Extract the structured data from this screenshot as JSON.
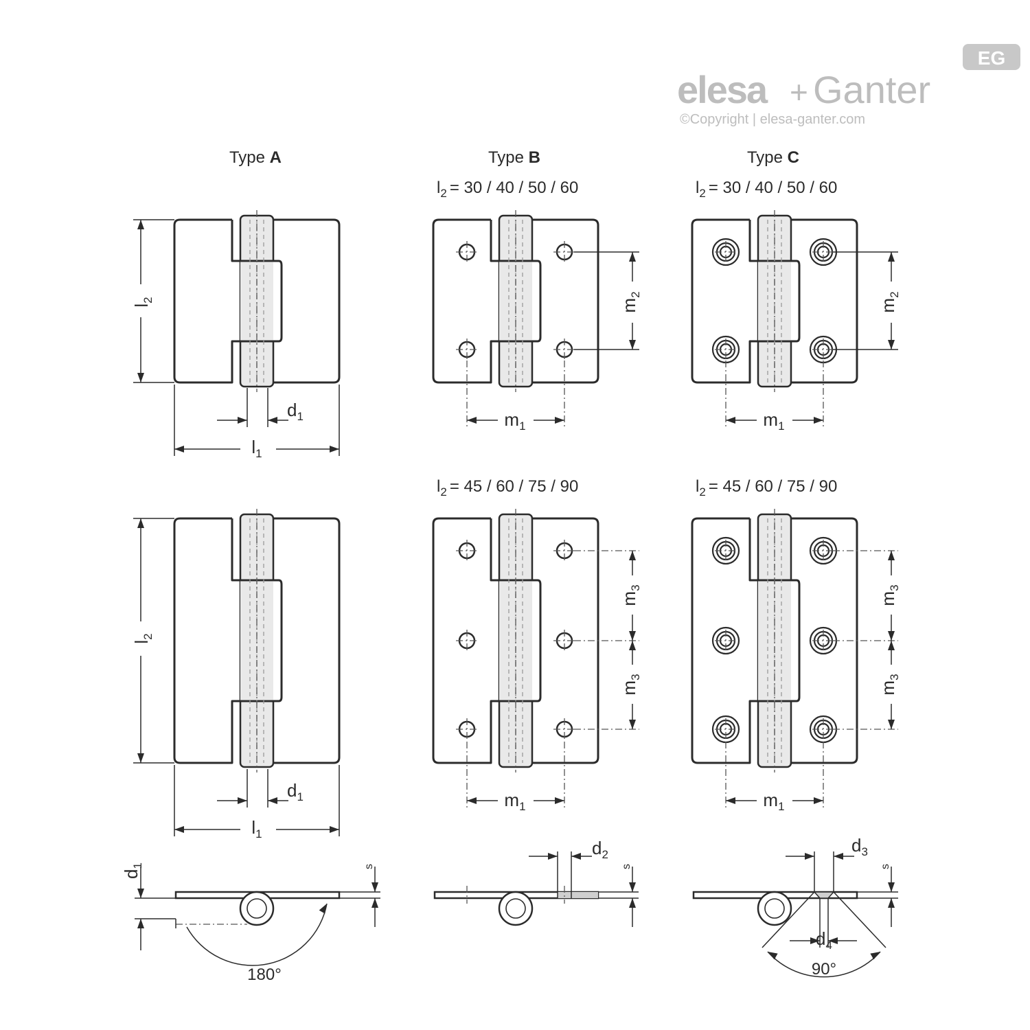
{
  "logo": {
    "brand_left": "elesa",
    "plus": "+",
    "brand_right": "Ganter",
    "copyright": "©Copyright | elesa-ganter.com",
    "badge": "EG"
  },
  "types": {
    "a": {
      "prefix": "Type ",
      "letter": "A"
    },
    "b": {
      "prefix": "Type ",
      "letter": "B"
    },
    "c": {
      "prefix": "Type ",
      "letter": "C"
    }
  },
  "length_series": {
    "row1": "= 30 / 40 / 50 / 60",
    "row2": "= 45 / 60 / 75 / 90",
    "symbol": "l",
    "symbol_sub": "2"
  },
  "dimensions": {
    "l1": {
      "base": "l",
      "sub": "1"
    },
    "l2": {
      "base": "l",
      "sub": "2"
    },
    "d1": {
      "base": "d",
      "sub": "1"
    },
    "d2": {
      "base": "d",
      "sub": "2"
    },
    "d3": {
      "base": "d",
      "sub": "3"
    },
    "d4": {
      "base": "d",
      "sub": "4"
    },
    "m1": {
      "base": "m",
      "sub": "1"
    },
    "m2": {
      "base": "m",
      "sub": "2"
    },
    "m3": {
      "base": "m",
      "sub": "3"
    },
    "s": "s"
  },
  "angles": {
    "type_a": "180°",
    "type_c": "90°"
  }
}
